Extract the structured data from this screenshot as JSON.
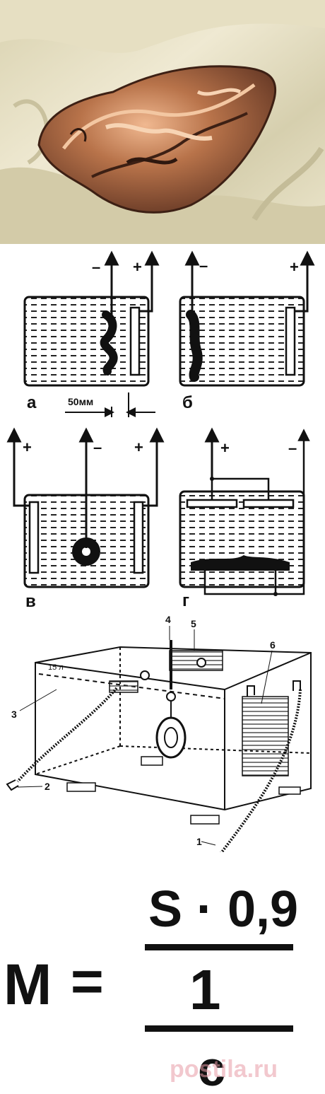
{
  "diagrams": {
    "a": {
      "letter": "а",
      "minus": "–",
      "plus": "+",
      "dimension": "50мм"
    },
    "b": {
      "letter": "б",
      "minus": "–",
      "plus": "+"
    },
    "v": {
      "letter": "в",
      "plus_left": "+",
      "minus": "–",
      "plus_right": "+"
    },
    "g": {
      "letter": "г",
      "plus": "+",
      "minus": "–"
    }
  },
  "tank": {
    "level": "15 л",
    "callouts": [
      "1",
      "2",
      "3",
      "4",
      "5",
      "6"
    ]
  },
  "formula": {
    "lhs": "M",
    "eq": "=",
    "numerator": "S · 0,9",
    "middle": "1",
    "denominator": "с",
    "watermark": "postila.ru"
  },
  "colors": {
    "copper": "#b8734a",
    "cloth": "#e8e2c8",
    "ink": "#111111"
  }
}
